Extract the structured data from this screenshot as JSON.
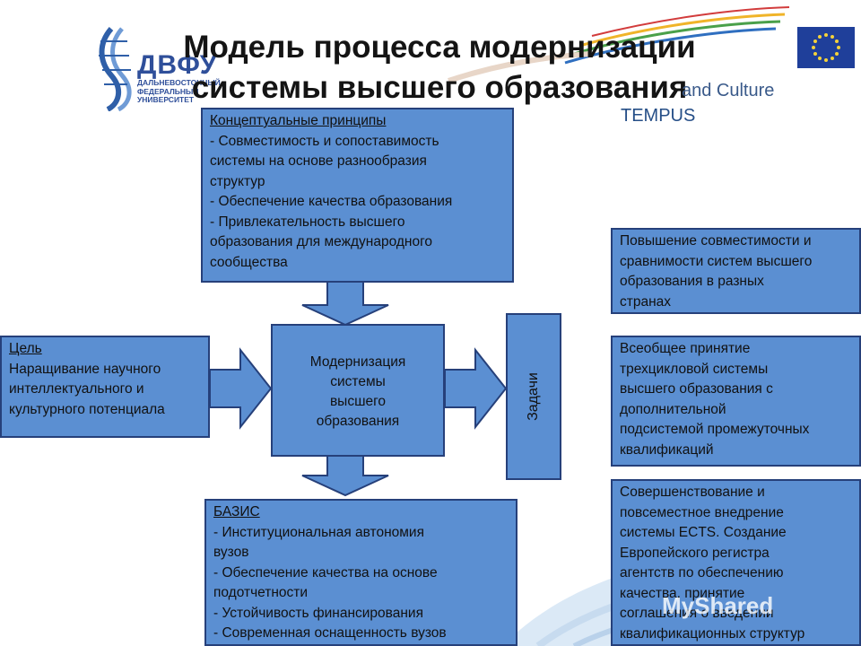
{
  "title": {
    "line1": "Модель процесса модернизации",
    "line2": "системы высшего образования"
  },
  "logos": {
    "dvfu_big": "ДВФУ",
    "dvfu_small": [
      "ДАЛЬНЕВОСТОЧНЫЙ",
      "ФЕДЕРАЛЬНЫЙ",
      "УНИВЕРСИТЕТ"
    ],
    "tempus_line": "and Culture",
    "tempus_word": "TEMPUS"
  },
  "boxes": {
    "principles": {
      "header": "Концептуальные принципы",
      "lines": [
        "- Совместимость и сопоставимость",
        "системы на основе разнообразия",
        "структур",
        "- Обеспечение качества образования",
        "- Привлекательность высшего",
        "образования для международного",
        "сообщества"
      ]
    },
    "goal": {
      "header": "Цель",
      "lines": [
        "Наращивание научного",
        "интеллектуального и",
        "культурного потенциала"
      ]
    },
    "center": {
      "lines": [
        "Модернизация",
        "системы",
        "высшего",
        "образования"
      ]
    },
    "basis": {
      "header": "БАЗИС",
      "lines": [
        "- Институциональная автономия",
        "вузов",
        "- Обеспечение качества на основе",
        "подотчетности",
        "- Устойчивость финансирования",
        "- Современная оснащенность вузов"
      ]
    },
    "task1": {
      "lines": [
        "Повышение совместимости и",
        "сравнимости систем высшего",
        "образования в разных",
        "странах"
      ]
    },
    "task2": {
      "lines": [
        "Всеобщее принятие",
        "трехцикловой системы",
        "высшего образования с",
        "дополнительной",
        "подсистемой промежуточных",
        "квалификаций"
      ]
    },
    "task3": {
      "lines": [
        "Совершенствование и",
        "повсеместное внедрение",
        "системы ECTS. Создание",
        "Европейского регистра",
        "агентств по обеспечению",
        "качества, принятие",
        "соглашения о введении",
        "квалификационных структур"
      ]
    }
  },
  "zadachi_label": "Задачи",
  "watermark": "MyShared",
  "colors": {
    "box_fill": "#5b8fd2",
    "box_border": "#26407a",
    "arrow_fill": "#5b8fd2"
  }
}
